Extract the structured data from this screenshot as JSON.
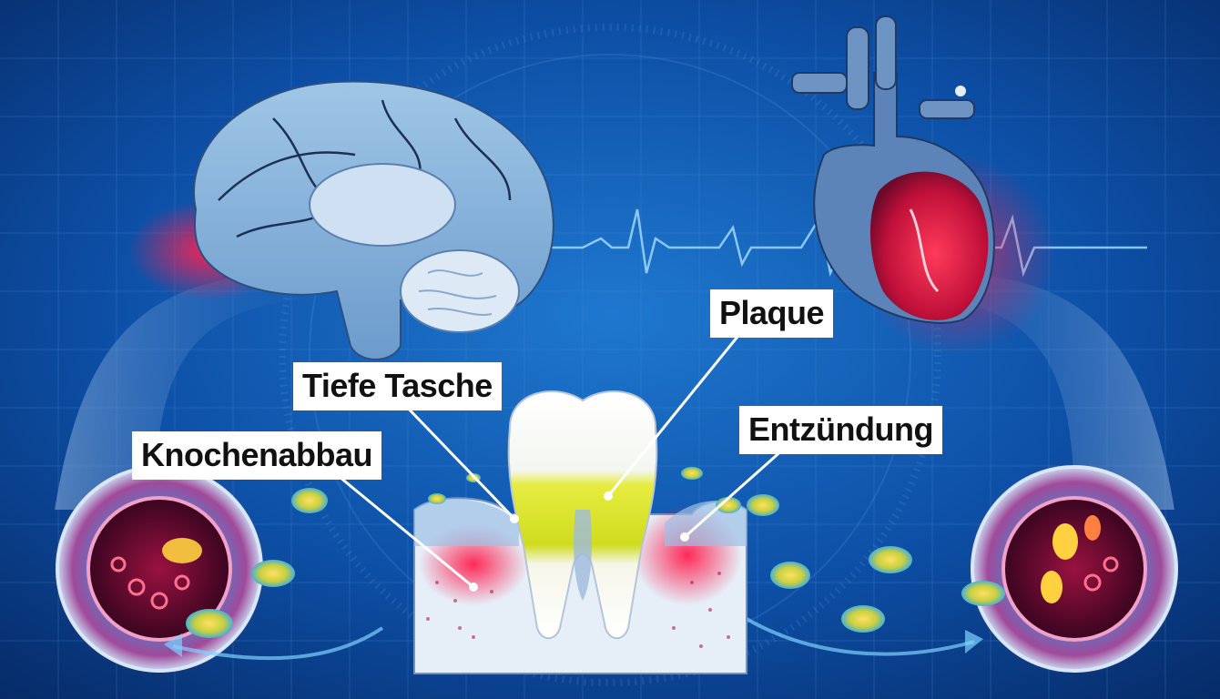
{
  "labels": {
    "plaque": "Plaque",
    "tiefe_tasche": "Tiefe Tasche",
    "entzuendung": "Entzündung",
    "knochenabbau": "Knochenabbau"
  },
  "colors": {
    "background": "#0a3d8a",
    "inflammation": "#ff2050",
    "plaque": "#d8e21a",
    "bacteria": "#e8d040",
    "label_bg": "#ffffff",
    "label_text": "#111111"
  },
  "illustration_parts": [
    "brain",
    "heart",
    "tooth",
    "gum",
    "bone",
    "artery-left",
    "artery-right",
    "bacteria",
    "heartbeat-line",
    "grid"
  ]
}
